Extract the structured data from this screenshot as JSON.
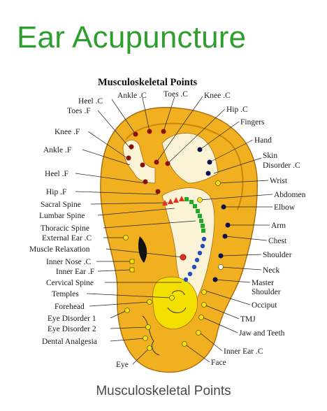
{
  "page": {
    "title": "Ear Acupuncture",
    "caption": "Musculoskeletal Points"
  },
  "diagram": {
    "title": "Musculoskeletal Points",
    "left_labels": [
      "Heel .C",
      "Ankle .C",
      "Toes .C",
      "Knee .C",
      "Toes .F",
      "Knee .F",
      "Ankle .F",
      "Heel .F",
      "Hip .F",
      "Sacral Spine",
      "Lumbar Spine",
      "Thoracic Spine",
      "External Ear .C",
      "Muscle Relaxation",
      "Inner Nose .C",
      "Inner Ear .F",
      "Cervical Spine",
      "Temples",
      "Forehead",
      "Eye Disorder 1",
      "Eye Disorder 2",
      "Dental Analgesia",
      "Eye"
    ],
    "right_labels": [
      "Hip .C",
      "Fingers",
      "Hand",
      "Skin",
      "Disorder .C",
      "Wrist",
      "Abdomen",
      "Elbow",
      "Arm",
      "Chest",
      "Shoulder",
      "Neck",
      "Master",
      "Shoulder",
      "Occiput",
      "TMJ",
      "Jaw and Teeth",
      "Inner Ear .C",
      "Face"
    ],
    "colors": {
      "title_green": "#2e9e2e",
      "ear_orange": "#f0b020",
      "ear_outline": "#a86a10",
      "inner_cream": "#fbf3d6",
      "point_dark": "#8a1010",
      "point_red": "#e23020",
      "point_navy": "#101050",
      "point_green": "#1faa2a",
      "point_yellow": "#f4e400",
      "skull_yellow": "#f4e000"
    }
  }
}
